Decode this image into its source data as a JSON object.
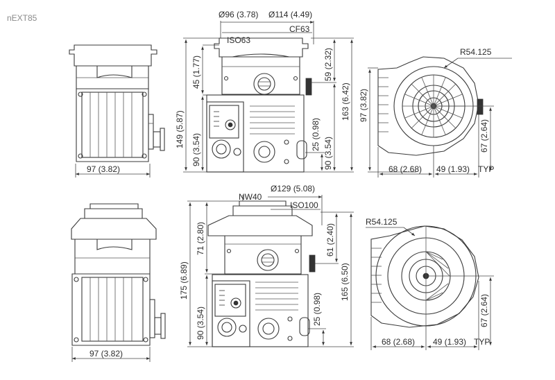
{
  "title": "nEXT85",
  "top_row": {
    "side_width": "97 (3.82)",
    "d_outer": "Ø114 (4.49)",
    "d_inner": "Ø96 (3.78)",
    "flange_cf": "CF63",
    "flange_iso": "ISO63",
    "h_45": "45 (1.77)",
    "h_59": "59 (2.32)",
    "h_149": "149 (5.87)",
    "h_163": "163 (6.42)",
    "h_90_left": "90 (3.54)",
    "h_90_right": "90 (3.54)",
    "h_25": "25 (0.98)",
    "radius": "R54.125",
    "h_97": "97 (3.82)",
    "h_67": "67 (2.64)",
    "w_68": "68 (2.68)",
    "w_49": "49 (1.93)",
    "typ": "TYP"
  },
  "bottom_row": {
    "side_width": "97 (3.82)",
    "d_outer": "Ø129 (5.08)",
    "flange_nw": "NW40",
    "flange_iso": "ISO100",
    "h_71": "71 (2.80)",
    "h_61": "61 (2.40)",
    "h_175": "175 (6.89)",
    "h_165": "165 (6.50)",
    "h_90": "90 (3.54)",
    "h_25": "25 (0.98)",
    "radius": "R54.125",
    "h_67": "67 (2.64)",
    "w_68": "68 (2.68)",
    "w_49": "49 (1.93)",
    "typ": "TYP"
  }
}
